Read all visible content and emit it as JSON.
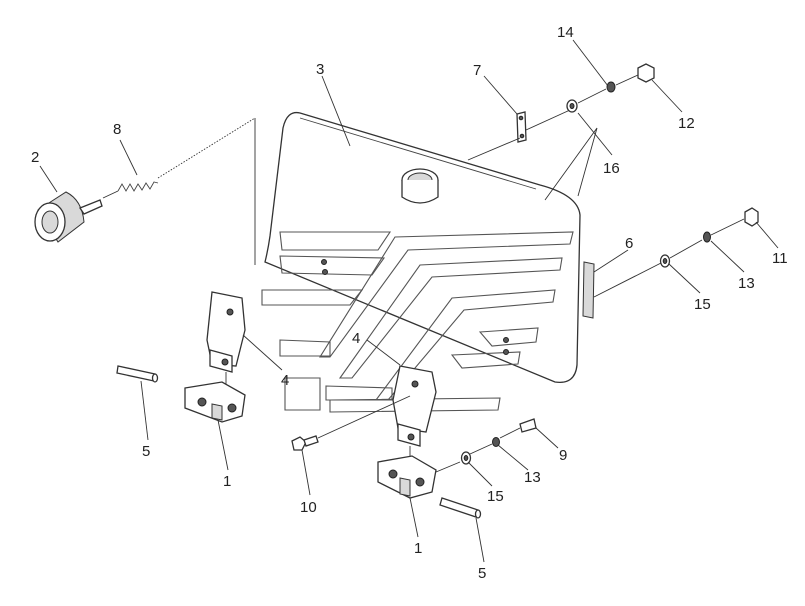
{
  "diagram": {
    "callouts": [
      {
        "id": "c14",
        "text": "14"
      },
      {
        "id": "c7",
        "text": "7"
      },
      {
        "id": "c3",
        "text": "3"
      },
      {
        "id": "c12",
        "text": "12"
      },
      {
        "id": "c8",
        "text": "8"
      },
      {
        "id": "c16",
        "text": "16"
      },
      {
        "id": "c2",
        "text": "2"
      },
      {
        "id": "c6",
        "text": "6"
      },
      {
        "id": "c11",
        "text": "11"
      },
      {
        "id": "c13a",
        "text": "13"
      },
      {
        "id": "c15a",
        "text": "15"
      },
      {
        "id": "c4a",
        "text": "4"
      },
      {
        "id": "c4b",
        "text": "4"
      },
      {
        "id": "c5a",
        "text": "5"
      },
      {
        "id": "c1a",
        "text": "1"
      },
      {
        "id": "c9",
        "text": "9"
      },
      {
        "id": "c13b",
        "text": "13"
      },
      {
        "id": "c10",
        "text": "10"
      },
      {
        "id": "c15b",
        "text": "15"
      },
      {
        "id": "c1b",
        "text": "1"
      },
      {
        "id": "c5b",
        "text": "5"
      }
    ]
  }
}
